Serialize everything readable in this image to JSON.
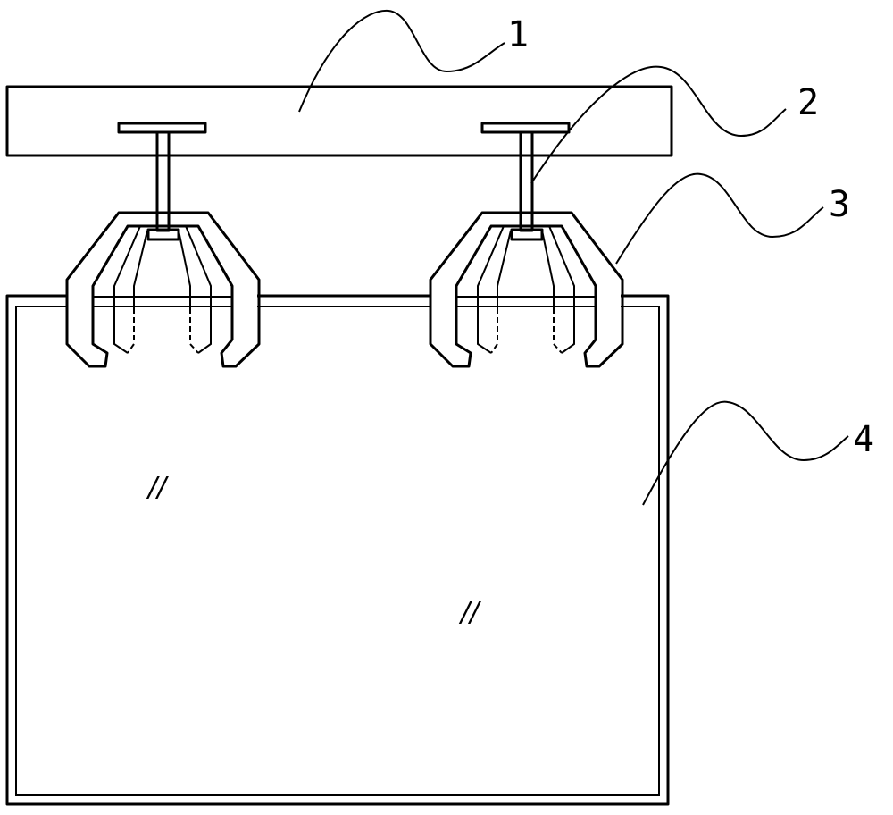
{
  "figure": {
    "labels": [
      {
        "id": "1",
        "text": "1",
        "part": "rail"
      },
      {
        "id": "2",
        "text": "2",
        "part": "hanger-rod"
      },
      {
        "id": "3",
        "text": "3",
        "part": "clamp"
      },
      {
        "id": "4",
        "text": "4",
        "part": "curtain-panel"
      }
    ],
    "marks": [
      "//",
      "//"
    ]
  }
}
